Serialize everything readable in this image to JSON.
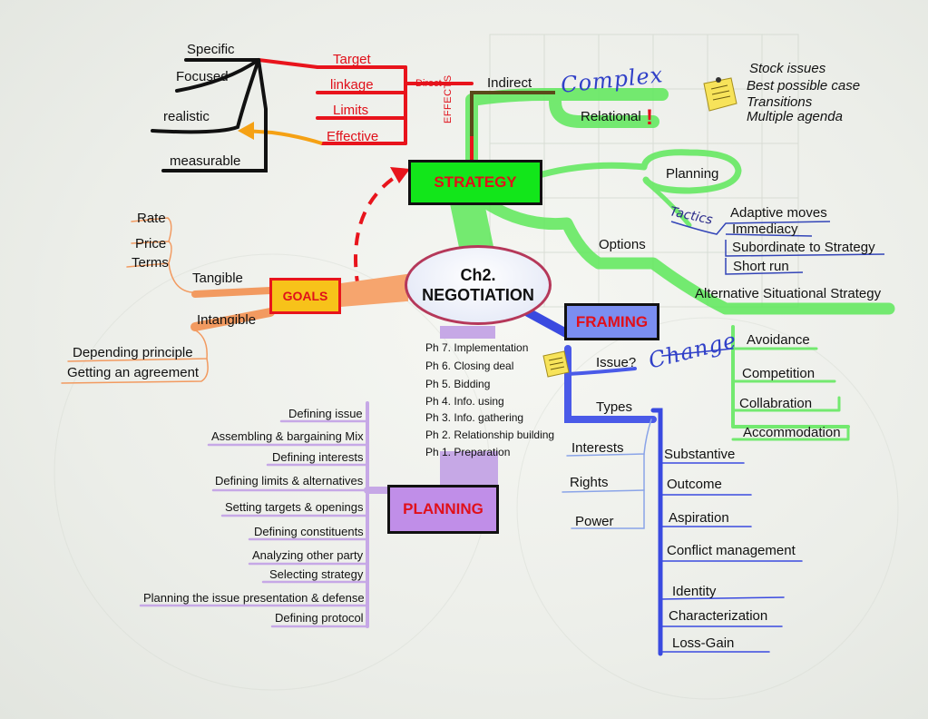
{
  "center": {
    "line1": "Ch2.",
    "line2": "NEGOTIATION"
  },
  "strategy": {
    "title": "STRATEGY",
    "effects": "EFFECTS",
    "direct": "Direct",
    "indirect": "Indirect",
    "complex": "Complex",
    "relational": "Relational",
    "relational_mark": "!",
    "planning": "Planning",
    "tactics": "Tactics",
    "tactics_items": [
      "Adaptive moves",
      "Immediacy",
      "Subordinate to Strategy",
      "Short run"
    ],
    "options": "Options",
    "alternative": "Alternative Situational Strategy",
    "direct_items": [
      "Target",
      "linkage",
      "Limits",
      "Effective"
    ],
    "target_qualities": [
      "Specific",
      "Focused",
      "realistic",
      "measurable"
    ],
    "note": [
      "Stock issues",
      "Best possible case",
      "Transitions",
      "Multiple agenda"
    ]
  },
  "goals": {
    "title": "GOALS",
    "tangible": "Tangible",
    "tangible_items": [
      "Rate",
      "Price",
      "Terms"
    ],
    "intangible": "Intangible",
    "intangible_items": [
      "Depending principle",
      "Getting an agreement"
    ]
  },
  "phases": [
    "Ph 7. Implementation",
    "Ph 6. Closing deal",
    "Ph 5. Bidding",
    "Ph 4. Info. using",
    "Ph 3. Info. gathering",
    "Ph 2. Relationship building",
    "Ph 1. Preparation"
  ],
  "framing": {
    "title": "FRAMING",
    "issue": "Issue?",
    "change": "Change",
    "change_items": [
      "Avoidance",
      "Competition",
      "Collabration",
      "Accommodation"
    ],
    "types": "Types",
    "types_left": [
      "Interests",
      "Rights",
      "Power"
    ],
    "types_right": [
      "Substantive",
      "Outcome",
      "Aspiration",
      "Conflict management",
      "Identity",
      "Characterization",
      "Loss-Gain"
    ]
  },
  "planning": {
    "title": "PLANNING",
    "items": [
      "Defining issue",
      "Assembling & bargaining Mix",
      "Defining interests",
      "Defining limits & alternatives",
      "Setting targets & openings",
      "Defining constituents",
      "Analyzing other party",
      "Selecting strategy",
      "Planning the issue presentation & defense",
      "Defining protocol"
    ]
  },
  "colors": {
    "strategy_fill": "#12e61a",
    "goals_fill": "#f7c21a",
    "framing_fill": "#7b8ef0",
    "planning_fill": "#c08ee8",
    "strategy_text": "#e0101a",
    "center_border": "#b5385a"
  }
}
